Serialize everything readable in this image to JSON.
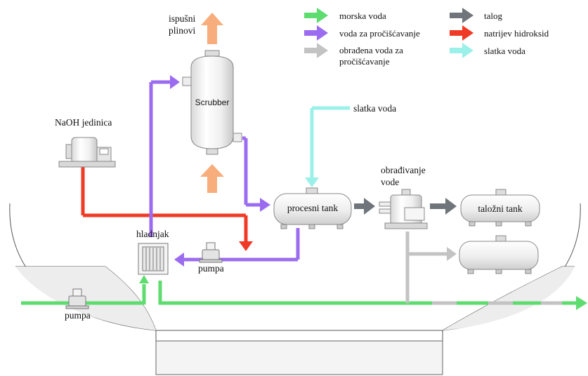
{
  "colors": {
    "seawater": "#5fdc6f",
    "scrub_water": "#9c6cf0",
    "treated_water": "#c3c3c3",
    "sludge": "#6f757a",
    "naoh": "#ef3b26",
    "fresh_water": "#9bf0e9",
    "exhaust": "#f7ae7c"
  },
  "legend": [
    {
      "key": "seawater",
      "label": "morska voda",
      "color": "#5fdc6f"
    },
    {
      "key": "scrub_water",
      "label": "voda za pročišćavanje",
      "color": "#9c6cf0"
    },
    {
      "key": "treated_water",
      "label": "obrađena voda za pročišćavanje",
      "color": "#c3c3c3"
    },
    {
      "key": "sludge",
      "label": "talog",
      "color": "#6f757a"
    },
    {
      "key": "naoh",
      "label": "natrijev hidroksid",
      "color": "#ef3b26"
    },
    {
      "key": "fresh_water",
      "label": "slatka voda",
      "color": "#9bf0e9"
    }
  ],
  "labels": {
    "exhaust_gas": "ispušni\nplinovi",
    "scrubber": "Scrubber",
    "naoh_unit": "NaOH jedinica",
    "fresh_water": "slatka voda",
    "process_tank": "procesni tank",
    "treatment": "obrađivanje\nvode",
    "sludge_tank": "taložni tank",
    "cooler": "hladnjak",
    "pump_inner": "pumpa",
    "pump_sea": "pumpa"
  }
}
